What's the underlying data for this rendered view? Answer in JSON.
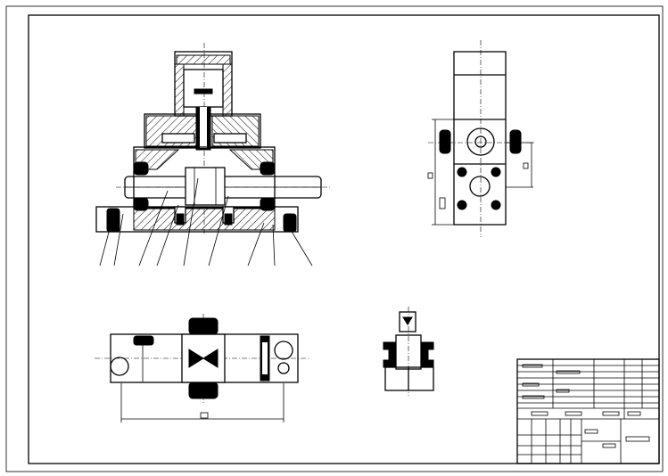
{
  "drawing": {
    "title": "",
    "views": [
      "front-section-view",
      "side-view",
      "top-view",
      "detail-view"
    ],
    "title_block": {
      "cells": []
    },
    "colors": {
      "paper": "#ffffff",
      "line": "#000000",
      "hatch": "#000000"
    }
  }
}
